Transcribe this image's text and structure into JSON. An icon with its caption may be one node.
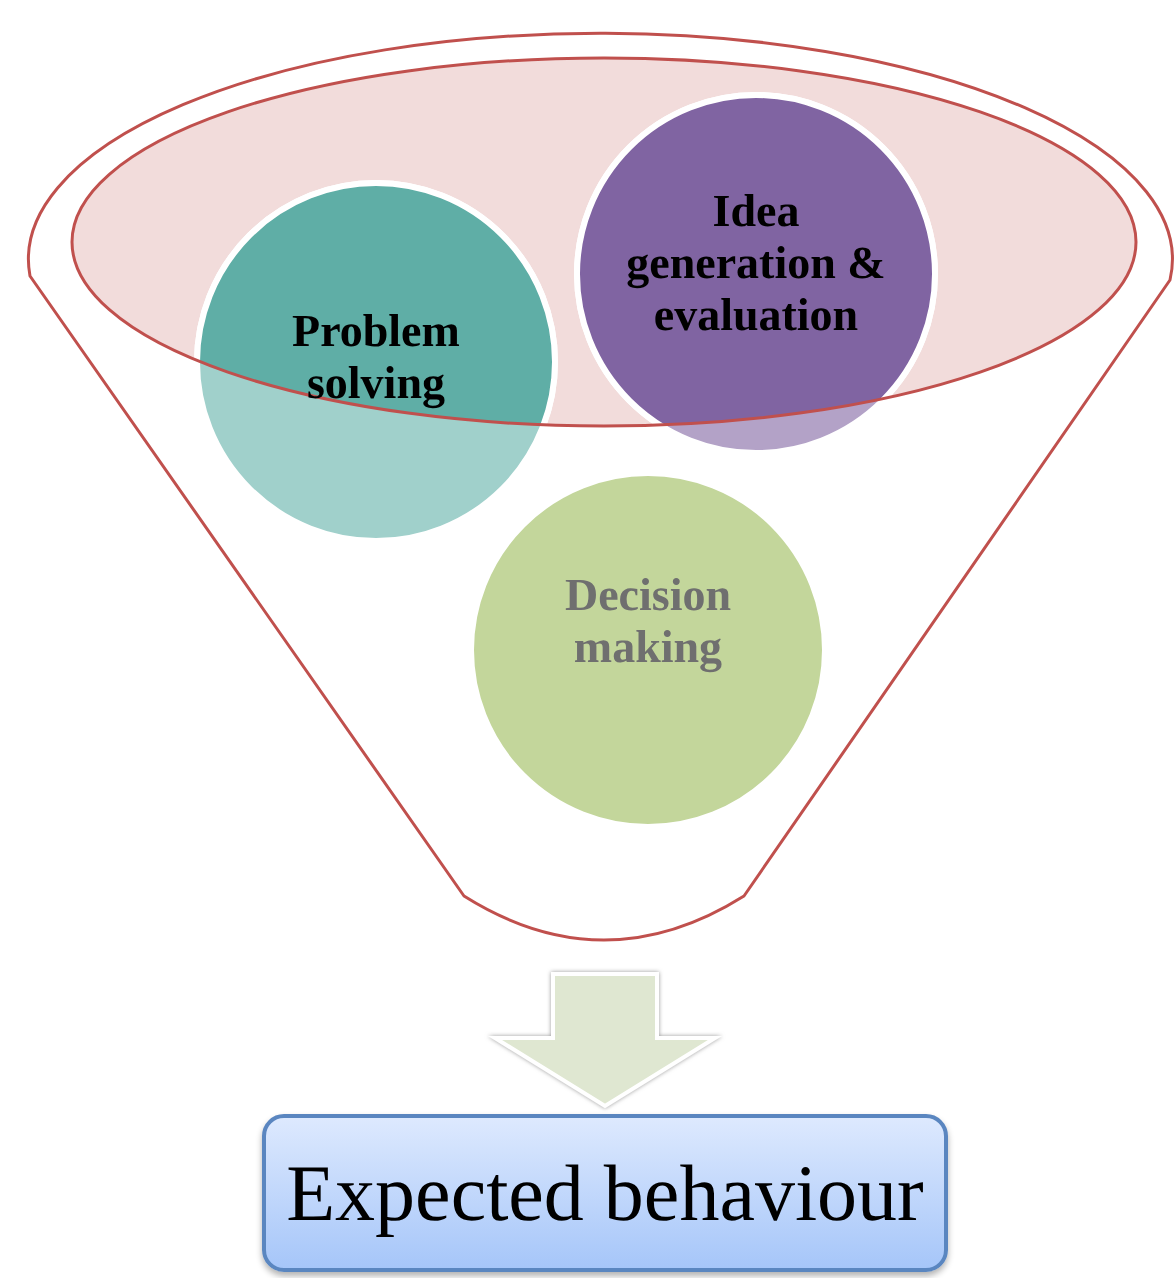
{
  "diagram": {
    "nodes": [
      {
        "text": [],
        "shape": "funnel"
      },
      {
        "text": [
          "Problem solving"
        ],
        "in": 0
      },
      {
        "text": [
          "Idea generation & evaluation"
        ],
        "in": 0
      },
      {
        "text": [
          "Decision making"
        ],
        "in": 0
      },
      {
        "text": [
          "Expected behaviour"
        ]
      }
    ],
    "edges": [
      {
        "from": 0,
        "to": 4,
        "arrow": "to"
      }
    ]
  }
}
